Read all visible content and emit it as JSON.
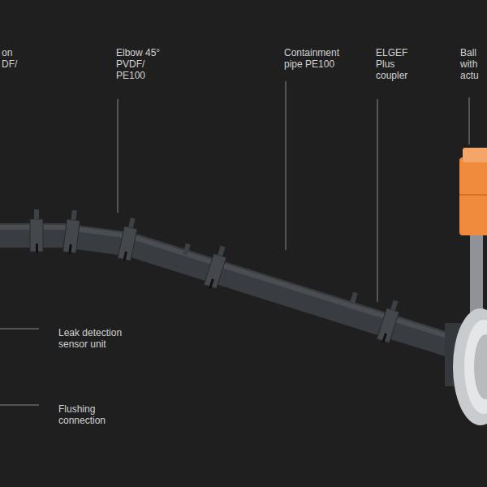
{
  "diagram": {
    "labels": [
      "on DF/",
      "Elbow 45° PVDF/ PE100",
      "Containment pipe PE100",
      "ELGEF Plus coupler",
      "Ball with actu",
      "Leak detection sensor unit",
      "Flushing connection"
    ]
  }
}
